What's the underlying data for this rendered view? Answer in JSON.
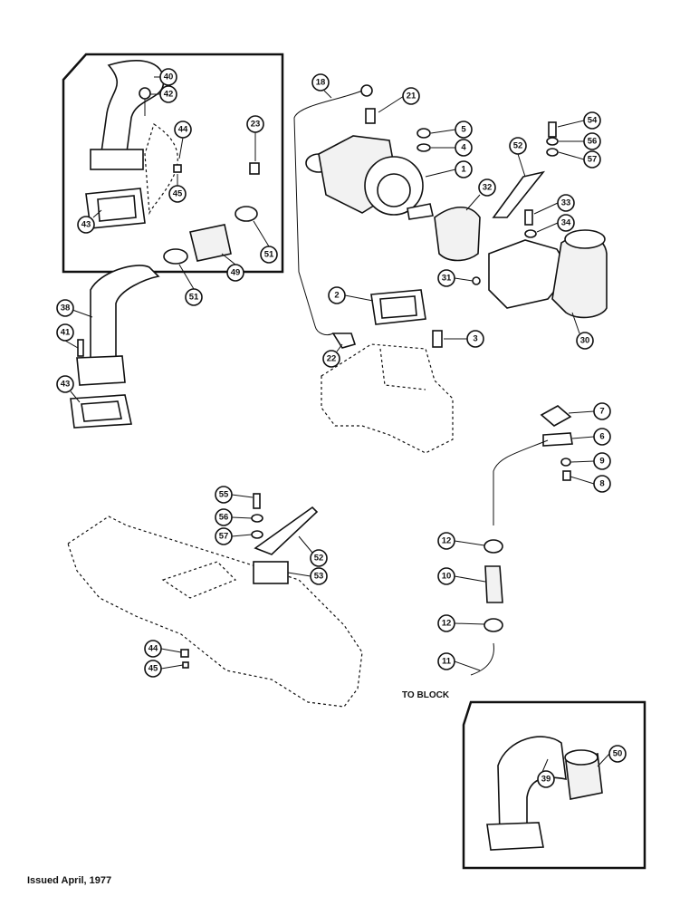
{
  "footer": {
    "issued": "Issued April, 1977"
  },
  "notes": {
    "to_block": "TO BLOCK"
  },
  "callouts": {
    "c1": "1",
    "c2": "2",
    "c3": "3",
    "c4": "4",
    "c5": "5",
    "c6": "6",
    "c7": "7",
    "c8": "8",
    "c9": "9",
    "c10": "10",
    "c11": "11",
    "c12a": "12",
    "c12b": "12",
    "c18": "18",
    "c21": "21",
    "c22": "22",
    "c23": "23",
    "c30": "30",
    "c31": "31",
    "c32": "32",
    "c33": "33",
    "c34": "34",
    "c38": "38",
    "c39": "39",
    "c40": "40",
    "c41": "41",
    "c42": "42",
    "c43a": "43",
    "c43b": "43",
    "c44a": "44",
    "c44b": "44",
    "c45a": "45",
    "c45b": "45",
    "c49": "49",
    "c50": "50",
    "c51a": "51",
    "c51b": "51",
    "c52a": "52",
    "c52b": "52",
    "c53": "53",
    "c54": "54",
    "c55": "55",
    "c56a": "56",
    "c56b": "56",
    "c57a": "57",
    "c57b": "57"
  }
}
